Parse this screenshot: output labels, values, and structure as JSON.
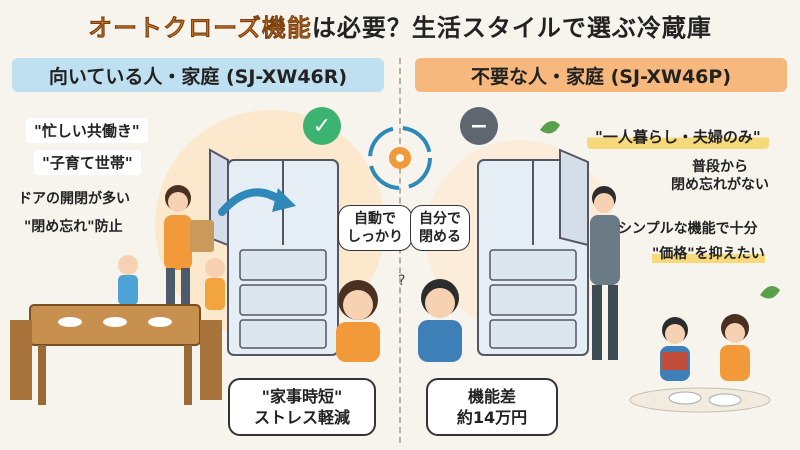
{
  "title": {
    "highlight": "オートクローズ機能",
    "rest": "は必要？生活スタイルで選ぶ冷蔵庫"
  },
  "left": {
    "header": "向いている人・家庭 (SJ-XW46R)",
    "tags": [
      "\"忙しい共働き\"",
      "\"子育て世帯\""
    ],
    "notes": [
      "ドアの開閉が多い",
      "\"閉め忘れ\"防止"
    ],
    "bubble": "自動で\nしっかり",
    "callout": "\"家事時短\"\nストレス軽減",
    "badge_icon": "check-icon"
  },
  "right": {
    "header": "不要な人・家庭 (SJ-XW46P)",
    "tags": [
      "\"一人暮らし・夫婦のみ\""
    ],
    "notes": [
      "普段から\n閉め忘れがない",
      "シンプルな機能で十分",
      "\"価格\"を抑えたい"
    ],
    "bubble": "自分で\n閉める",
    "callout": "機能差\n約14万円",
    "badge_icon": "minus-icon"
  },
  "colors": {
    "accent_orange": "#e8892d",
    "header_blue": "#bfe0f0",
    "header_orange": "#f6b87c",
    "check_green": "#3cb371",
    "minus_gray": "#5f6670"
  }
}
